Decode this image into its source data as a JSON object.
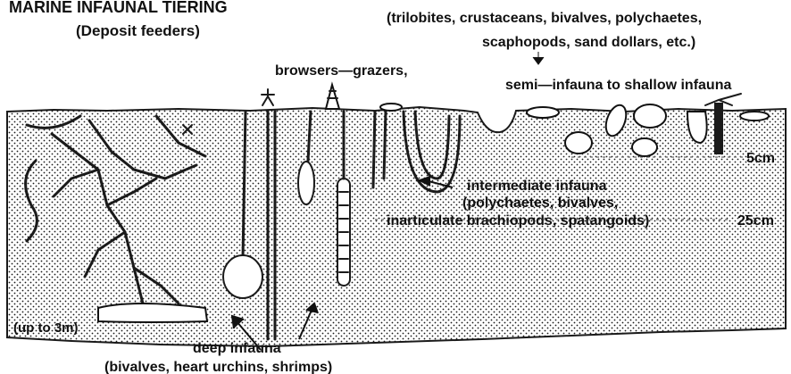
{
  "title": "MARINE INFAUNAL TIERING",
  "labels": {
    "deposit_feeders": "(Deposit feeders)",
    "suspension_line1": "(trilobites, crustaceans, bivalves, polychaetes,",
    "suspension_line2": "scaphopods,  sand dollars, etc.)",
    "browsers": "browsers—grazers,",
    "semi_infauna": "semi—infauna to shallow infauna",
    "depth_5cm": "5cm",
    "intermediate_line1": "intermediate infauna",
    "intermediate_line2": "(polychaetes, bivalves,",
    "intermediate_line3": "inarticulate brachiopods, spatangoids)",
    "depth_25cm": "25cm",
    "up_to_3m": "(up to 3m)",
    "deep_line1": "deep infauna",
    "deep_line2": "(bivalves, heart urchins, shrimps)"
  },
  "colors": {
    "ink": "#111111",
    "sediment_dot": "#1a1a1a",
    "paper": "#ffffff"
  }
}
